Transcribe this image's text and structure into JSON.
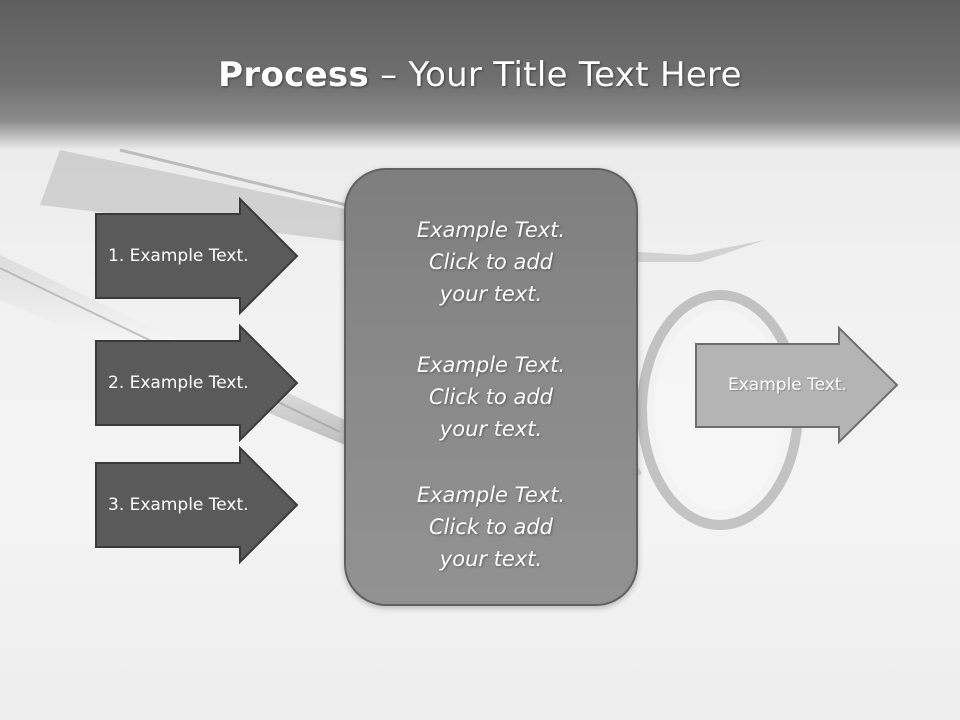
{
  "title": {
    "bold": "Process",
    "rest": " – Your Title Text Here"
  },
  "inputs": [
    {
      "label": "1. Example Text."
    },
    {
      "label": "2. Example Text."
    },
    {
      "label": "3. Example Text."
    }
  ],
  "center": {
    "blocks": [
      {
        "lines": [
          "Example Text.",
          "Click  to add",
          "your text."
        ]
      },
      {
        "lines": [
          "Example Text.",
          "Click  to add",
          "your text."
        ]
      },
      {
        "lines": [
          "Example Text.",
          "Click  to add",
          "your text."
        ]
      }
    ]
  },
  "output": {
    "label": "Example Text."
  },
  "colors": {
    "title_band": "#666666",
    "input_arrow_fill": "#5a5a5a",
    "center_box_fill": "#8a8a8a",
    "output_arrow_fill": "#b4b4b4",
    "text": "#ffffff"
  },
  "icons": {
    "background": "dental-instruments-photo",
    "input_arrows": "right-arrow-shape",
    "output_arrow": "right-arrow-shape"
  }
}
